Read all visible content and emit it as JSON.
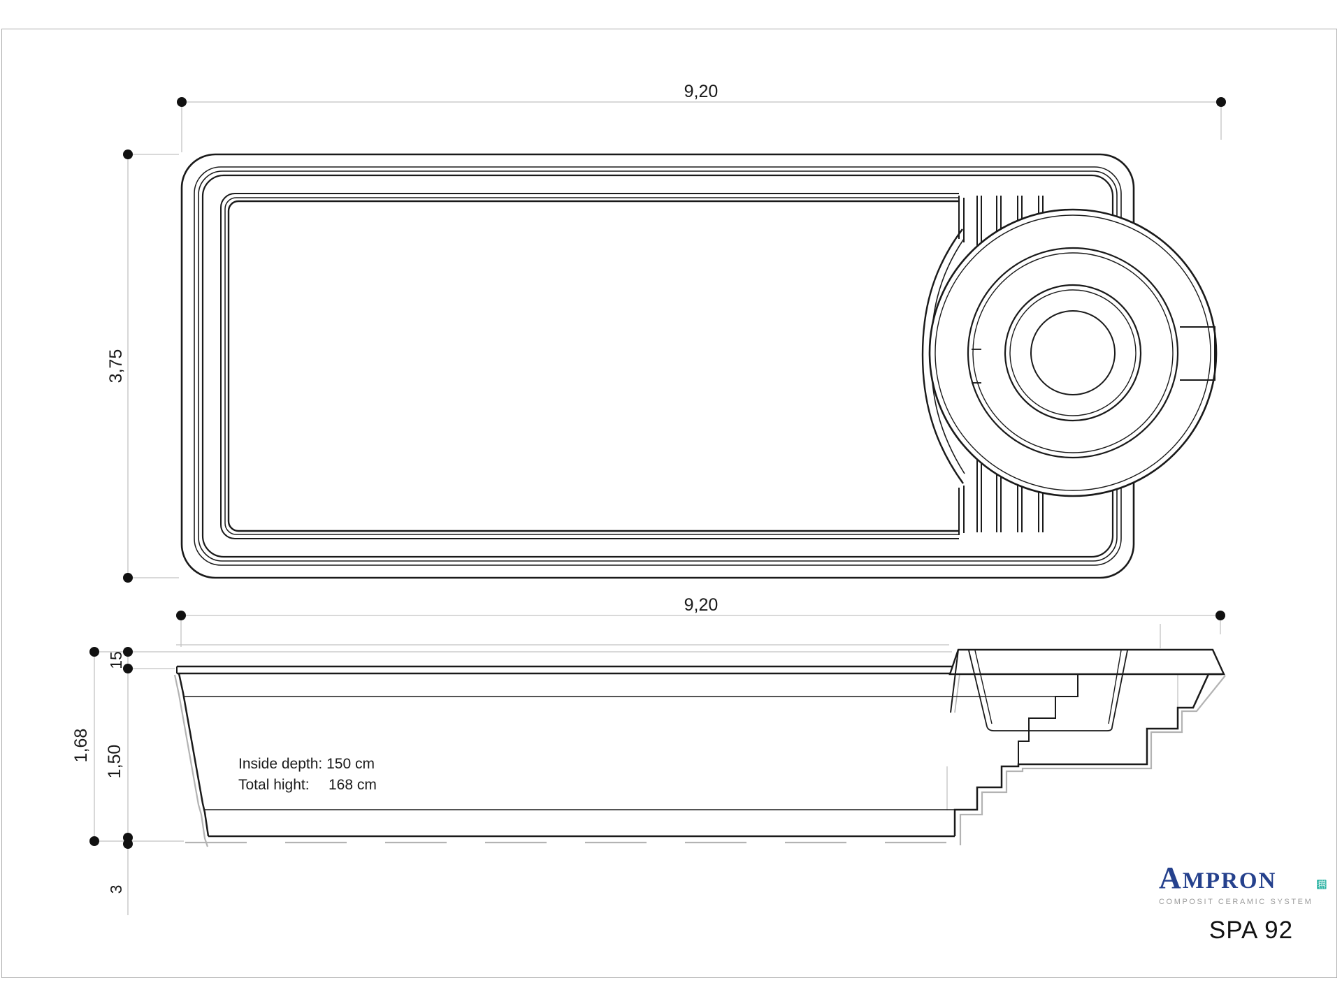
{
  "page": {
    "background": "#ffffff",
    "frame_color": "#ababab"
  },
  "top_view": {
    "dim_length": "9,20",
    "dim_width": "3,75"
  },
  "side_view": {
    "dim_length": "9,20",
    "dim_total_height": "1,68",
    "dim_inside_depth": "1,50",
    "dim_rim_height": "15",
    "dim_floor": "3",
    "note_line1": "Inside depth: 150 cm",
    "note_line2_label": "Total hight:",
    "note_line2_value": "168 cm"
  },
  "branding": {
    "logo_first_letter": "A",
    "logo_rest": "MPRON",
    "logo_tagline": "COMPOSIT CERAMIC SYSTEM",
    "model": "SPA 92",
    "logo_blue": "#25418d",
    "logo_teal": "#2bb3a3"
  }
}
